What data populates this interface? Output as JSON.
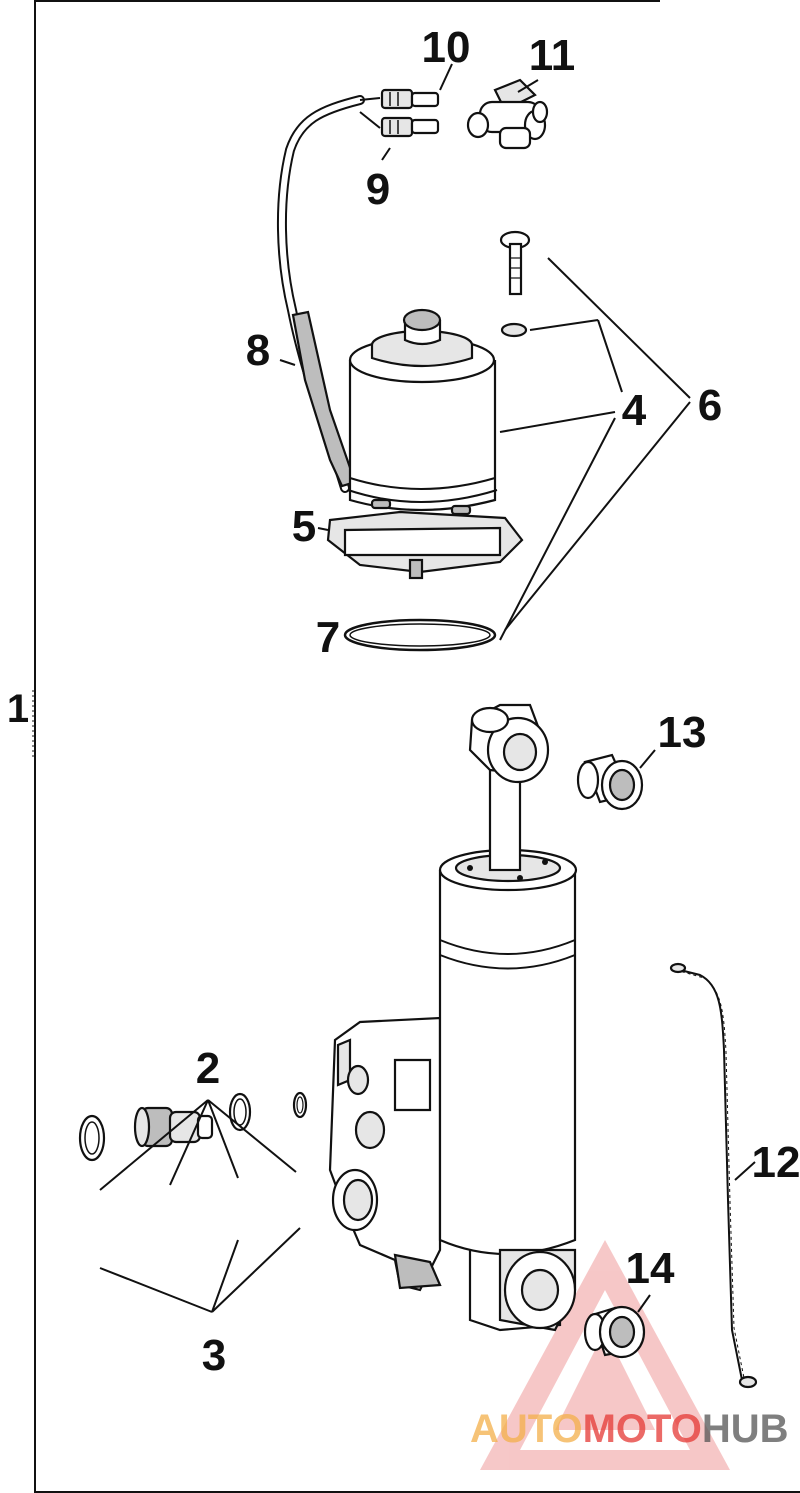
{
  "diagram": {
    "labels": [
      "1",
      "2",
      "3",
      "4",
      "5",
      "6",
      "7",
      "8",
      "9",
      "10",
      "11",
      "12",
      "13",
      "14"
    ]
  },
  "watermark": {
    "text_auto": "AUTO",
    "text_moto": "MOTO",
    "text_hub": "HUB",
    "color_primary": "#e53935",
    "color_accent": "#f4b04a",
    "color_dark": "#555555"
  }
}
